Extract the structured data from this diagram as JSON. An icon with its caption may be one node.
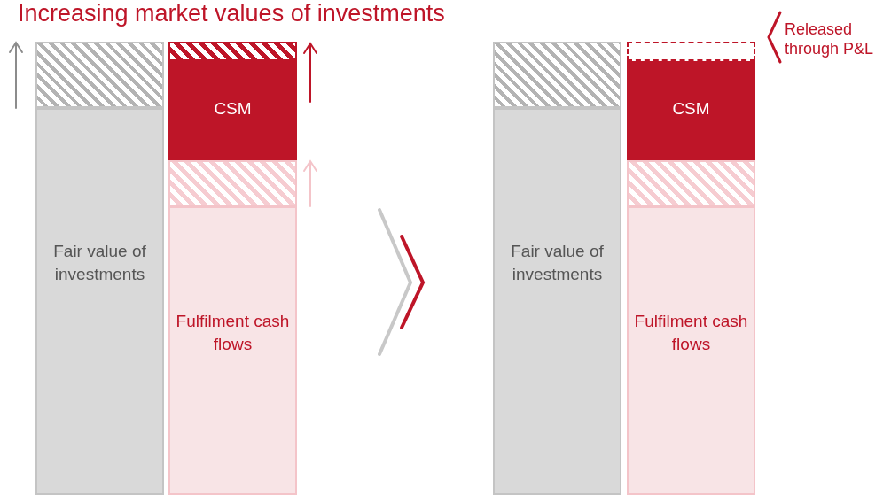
{
  "diagram": {
    "title": "Increasing market values of investments",
    "nodes": [
      {
        "text": [],
        "shape": "bar"
      },
      {
        "text": [
          "Fair value of investments"
        ]
      },
      {
        "text": [],
        "shape": "bar"
      },
      {
        "text": [
          "CSM"
        ]
      },
      {
        "text": [],
        "shape": "bar"
      },
      {
        "text": [
          "Fulfilment cash flows"
        ]
      },
      {
        "text": [],
        "shape": "bar"
      },
      {
        "text": [
          "Fair value of investments"
        ]
      },
      {
        "text": [],
        "shape": "box"
      },
      {
        "text": [
          "CSM"
        ]
      },
      {
        "text": [],
        "shape": "bar"
      },
      {
        "text": [
          "Fulfilment cash flows"
        ]
      }
    ],
    "labels": [
      "Released through P&L"
    ]
  }
}
